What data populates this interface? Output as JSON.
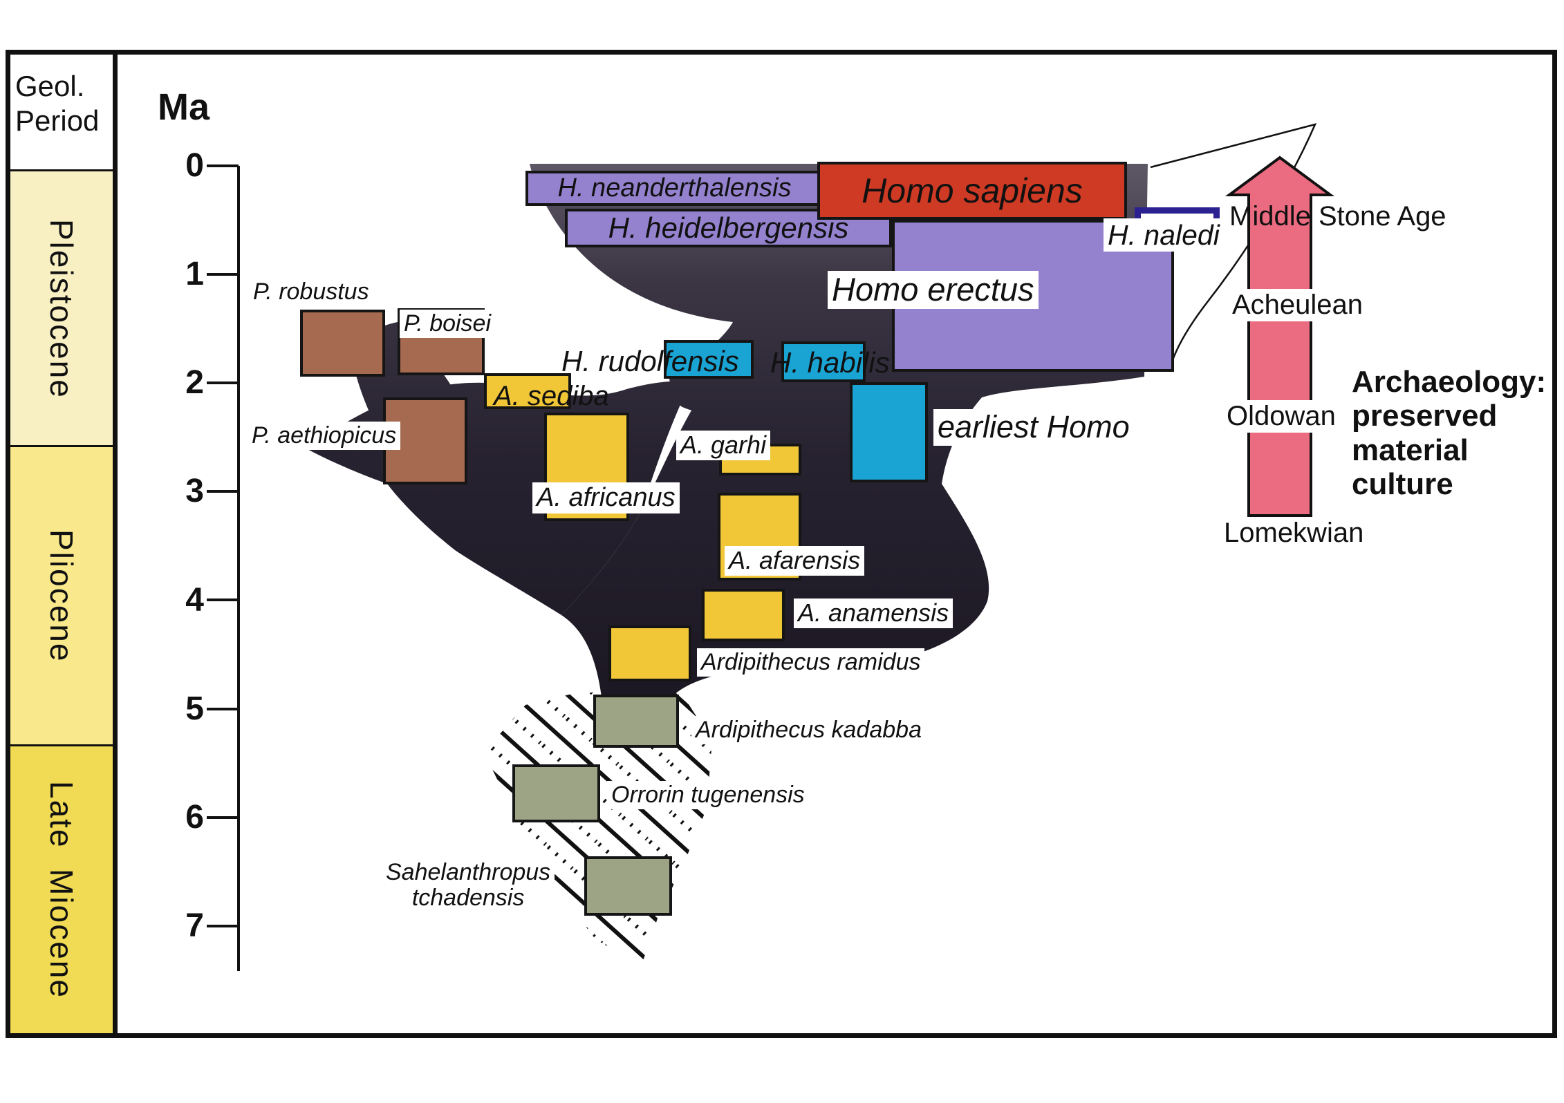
{
  "geo_column": {
    "header_line1": "Geol.",
    "header_line2": "Period",
    "periods": [
      {
        "name": "Pleistocene",
        "color": "#F8F0C3"
      },
      {
        "name": "Pliocene",
        "color": "#F9E98C"
      },
      {
        "name": "Late  Miocene",
        "color": "#F1DB55"
      }
    ]
  },
  "axis": {
    "title": "Ma",
    "ticks": [
      "0",
      "1",
      "2",
      "3",
      "4",
      "5",
      "6",
      "7"
    ]
  },
  "species": {
    "neanderthalensis": {
      "label": "H. neanderthalensis",
      "color": "#9482CE"
    },
    "heidelbergensis": {
      "label": "H. heidelbergensis",
      "color": "#9482CE"
    },
    "sapiens": {
      "label": "Homo sapiens",
      "color": "#CE3A24"
    },
    "naledi": {
      "label": "H. naledi",
      "border_color": "#2B2191"
    },
    "erectus": {
      "label": "Homo erectus",
      "color": "#9482CE"
    },
    "rudolfensis": {
      "label": "H. rudolfensis",
      "color": "#19A4D4"
    },
    "habilis": {
      "label": "H. habilis",
      "color": "#19A4D4"
    },
    "earliest_homo": {
      "label": "earliest Homo",
      "color": "#19A4D4"
    },
    "robustus": {
      "label": "P. robustus",
      "color": "#A56A50"
    },
    "boisei": {
      "label": "P. boisei",
      "color": "#A56A50"
    },
    "aethiopicus": {
      "label": "P. aethiopicus",
      "color": "#A56A50"
    },
    "sediba": {
      "label": "A. sediba",
      "color": "#F2C737"
    },
    "africanus": {
      "label": "A. africanus",
      "color": "#F2C737"
    },
    "garhi": {
      "label": "A. garhi",
      "color": "#F2C737"
    },
    "afarensis": {
      "label": "A. afarensis",
      "color": "#F2C737"
    },
    "anamensis": {
      "label": "A. anamensis",
      "color": "#F2C737"
    },
    "ramidus": {
      "label": "Ardipithecus ramidus",
      "color": "#F2C737"
    },
    "kadabba": {
      "label": "Ardipithecus kadabba",
      "color": "#9DA485"
    },
    "orrorin": {
      "label": "Orrorin tugenensis",
      "color": "#9DA485"
    },
    "sahelanthropus": {
      "label_line1": "Sahelanthropus",
      "label_line2": "tchadensis",
      "color": "#9DA485"
    }
  },
  "archaeology": {
    "stages": [
      "Middle Stone Age",
      "Acheulean",
      "Oldowan",
      "Lomekwian"
    ],
    "heading_lines": [
      "Archaeology:",
      "preserved",
      "material",
      "culture"
    ],
    "arrow_color": "#EB6B81"
  },
  "colors": {
    "tree_dark_top": "#5E5866",
    "tree_dark_bottom": "#1C1823",
    "frame_border": "#111111",
    "naledi_border": "#2B2191"
  }
}
